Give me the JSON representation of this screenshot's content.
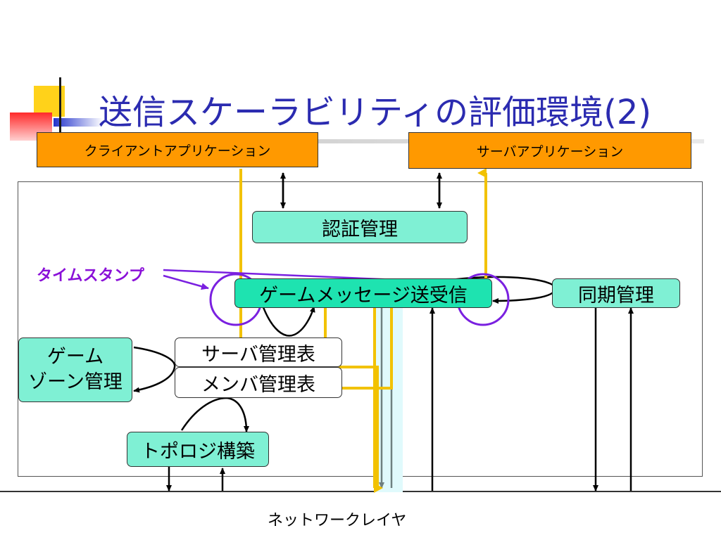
{
  "slide": {
    "title": "送信スケーラビリティの評価環境(2)"
  },
  "boxes": {
    "client_app": "クライアントアプリケーション",
    "server_app": "サーバアプリケーション",
    "auth": "認証管理",
    "game_msg": "ゲームメッセージ送受信",
    "sync": "同期管理",
    "game_zone_line1": "ゲーム",
    "game_zone_line2": "ゾーン管理",
    "server_table": "サーバ管理表",
    "member_table": "メンバ管理表",
    "topology": "トポロジ構築"
  },
  "labels": {
    "timestamp": "タイムスタンプ",
    "network_layer": "ネットワークレイヤ"
  },
  "colors": {
    "title_text": "#2b2bb0",
    "app_box": "#ff9900",
    "module_box": "#7ff0d4",
    "highlight_box": "#1ee3b0",
    "timestamp_accent": "#8a10d8",
    "message_path": "#f2c200"
  }
}
